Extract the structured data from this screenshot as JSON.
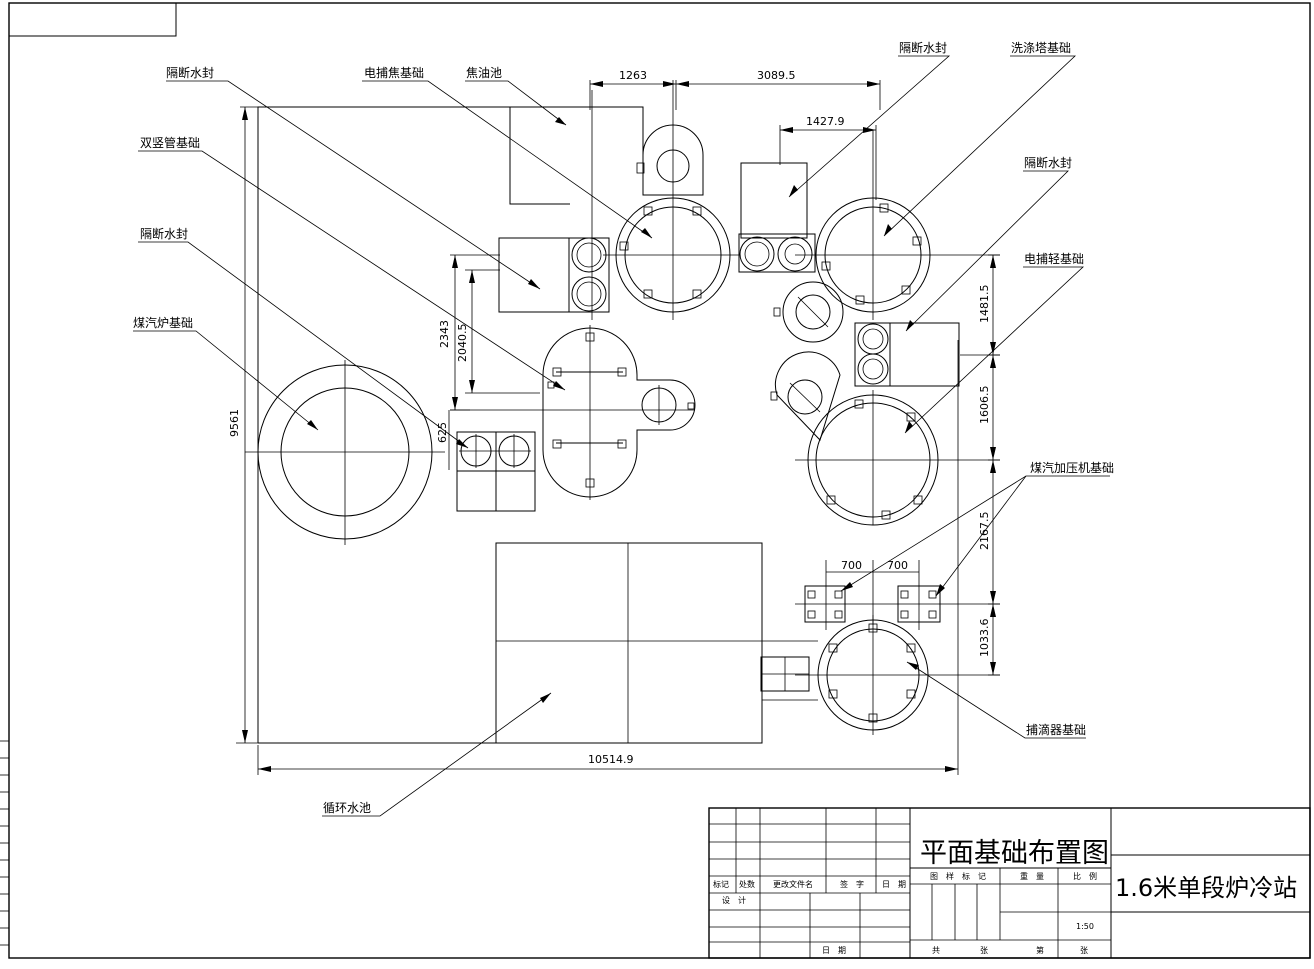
{
  "drawing": {
    "labels": {
      "geduan_1": "隔断水封",
      "dianbujiao": "电捕焦基础",
      "jiaoyouchi": "焦油池",
      "shuangshuguan": "双竖管基础",
      "geduan_2": "隔断水封",
      "meiqilu": "煤汽炉基础",
      "geduan_3": "隔断水封",
      "xidita": "洗涤塔基础",
      "geduan_4": "隔断水封",
      "dianbuqing": "电捕轻基础",
      "meiqijiaya": "煤汽加压机基础",
      "budiqi": "捕滴器基础",
      "xunhuanshuichi": "循环水池"
    },
    "dimensions": {
      "d1263": "1263",
      "d3089": "3089.5",
      "d1427": "1427.9",
      "d2343": "2343",
      "d2040": "2040.5",
      "d625": "625",
      "d9561": "9561",
      "d1481": "1481.5",
      "d1606": "1606.5",
      "d2167": "2167.5",
      "d1033": "1033.6",
      "d700a": "700",
      "d700b": "700",
      "d10514": "10514.9"
    }
  },
  "title_block": {
    "drawing_title": "平面基础布置图",
    "project_title": "1.6米单段炉冷站",
    "rev_headers": [
      "标记",
      "处数",
      "更改文件名",
      "签　字",
      "日　期"
    ],
    "design": "设　计",
    "date": "日　期",
    "stage_mark": "图　样　标　记",
    "weight": "重　量",
    "scale_label": "比　例",
    "scale_value": "1:50",
    "total": "共",
    "sheets_a": "张",
    "page": "第",
    "sheets_b": "张"
  }
}
